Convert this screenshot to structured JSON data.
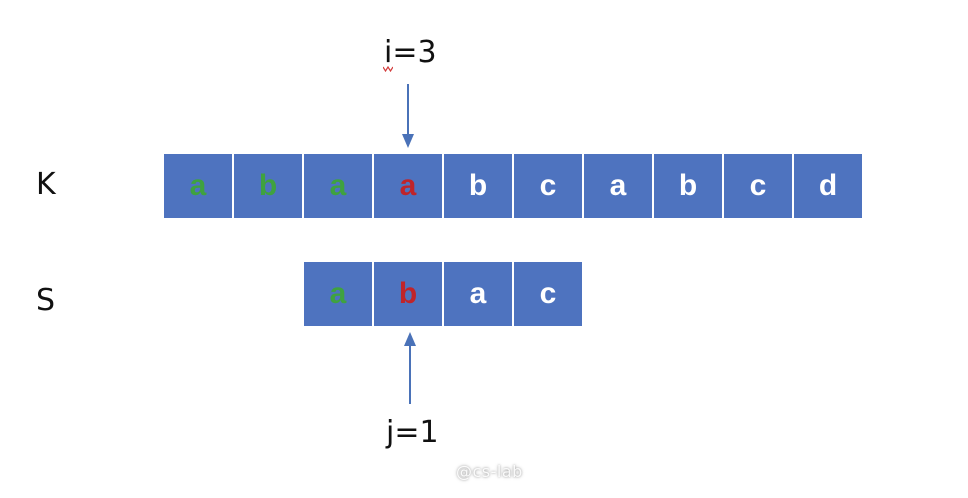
{
  "colors": {
    "cell_bg": "#4e73bf",
    "default_text": "#ffffff",
    "matched": "#3fa23f",
    "mismatch": "#c0242a",
    "arrow": "#4a72b8"
  },
  "rows": {
    "K": {
      "label": "K",
      "cells": [
        {
          "char": "a",
          "state": "matched"
        },
        {
          "char": "b",
          "state": "matched"
        },
        {
          "char": "a",
          "state": "matched"
        },
        {
          "char": "a",
          "state": "mismatch"
        },
        {
          "char": "b",
          "state": "default"
        },
        {
          "char": "c",
          "state": "default"
        },
        {
          "char": "a",
          "state": "default"
        },
        {
          "char": "b",
          "state": "default"
        },
        {
          "char": "c",
          "state": "default"
        },
        {
          "char": "d",
          "state": "default"
        }
      ]
    },
    "S": {
      "label": "S",
      "cells": [
        {
          "char": "a",
          "state": "matched"
        },
        {
          "char": "b",
          "state": "mismatch"
        },
        {
          "char": "a",
          "state": "default"
        },
        {
          "char": "c",
          "state": "default"
        }
      ]
    }
  },
  "pointers": {
    "i": {
      "label": "i=3",
      "index": 3
    },
    "j": {
      "label": "j=1",
      "index": 1
    }
  },
  "watermark": "@cs-lab"
}
